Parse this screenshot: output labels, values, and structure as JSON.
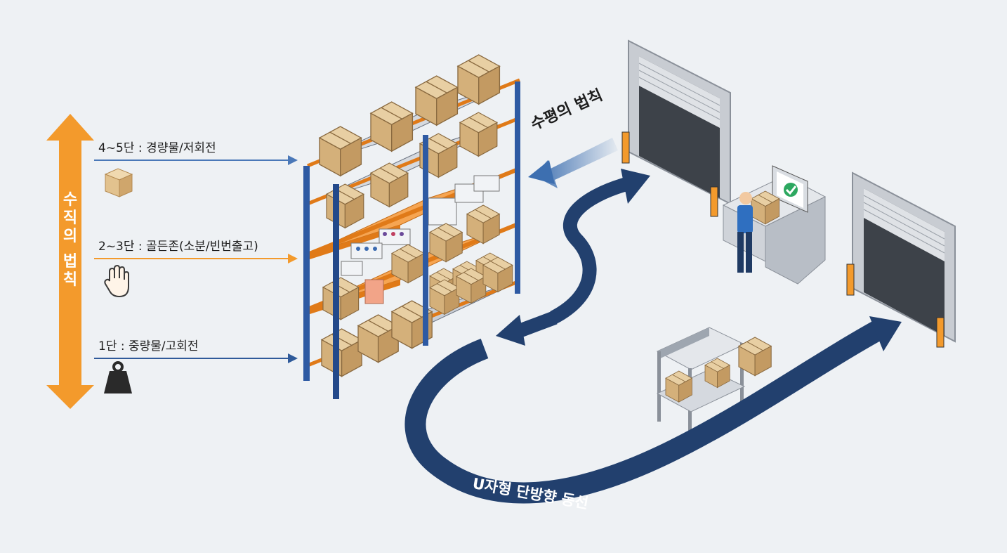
{
  "vertical_rule": {
    "label": "수직의 법칙",
    "chars": [
      "수",
      "직",
      "의",
      "법",
      "칙"
    ],
    "color": "#f39a2c"
  },
  "levels": [
    {
      "label": "4~5단 : 경량물/저회전",
      "icon": "box-icon",
      "arrow_color": "#4a78b8"
    },
    {
      "label": "2~3단 : 골든존(소분/빈번출고)",
      "icon": "hand-icon",
      "arrow_color": "#f39a2c"
    },
    {
      "label": "1단 : 중량물/고회전",
      "icon": "weight-icon",
      "arrow_color": "#2f5a9a"
    }
  ],
  "horizontal_rule": {
    "label": "수평의 법칙",
    "color": "#3d6fb0"
  },
  "flow": {
    "label": "U자형 단방향 동선",
    "color": "#22406e"
  },
  "colors": {
    "rack_blue": "#2e5aa3",
    "shelf_orange": "#f28c28",
    "shelf_gray": "#c9ced6",
    "box": "#d9b98a",
    "background": "#eef1f4"
  }
}
